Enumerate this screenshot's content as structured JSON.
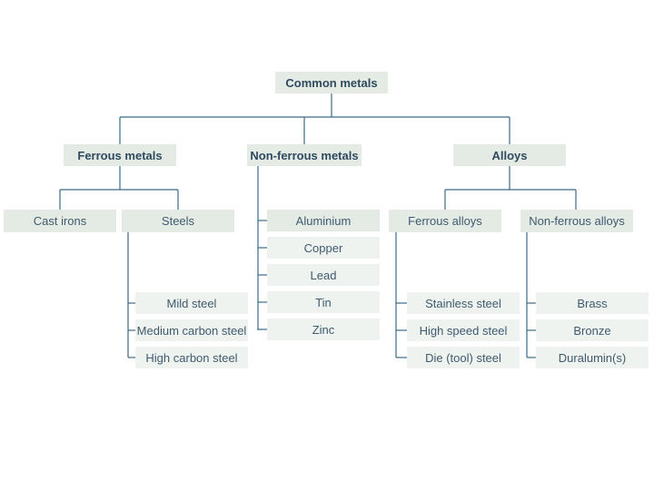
{
  "root": "Common metals",
  "categories": {
    "ferrous": "Ferrous metals",
    "non_ferrous": "Non-ferrous metals",
    "alloys": "Alloys"
  },
  "ferrous": {
    "cast_irons": "Cast irons",
    "steels": "Steels",
    "steel_types": [
      "Mild steel",
      "Medium carbon steel",
      "High carbon steel"
    ]
  },
  "non_ferrous": [
    "Aluminium",
    "Copper",
    "Lead",
    "Tin",
    "Zinc"
  ],
  "alloys": {
    "ferrous_alloys": "Ferrous alloys",
    "non_ferrous_alloys": "Non-ferrous alloys",
    "ferrous_items": [
      "Stainless steel",
      "High speed steel",
      "Die (tool) steel"
    ],
    "non_ferrous_items": [
      "Brass",
      "Bronze",
      "Duralumin(s)"
    ]
  },
  "colors": {
    "line": "#3b6a86",
    "box_dark": "#e4ebe5",
    "box_light": "#eef3ef",
    "text": "#3f5a6e"
  }
}
